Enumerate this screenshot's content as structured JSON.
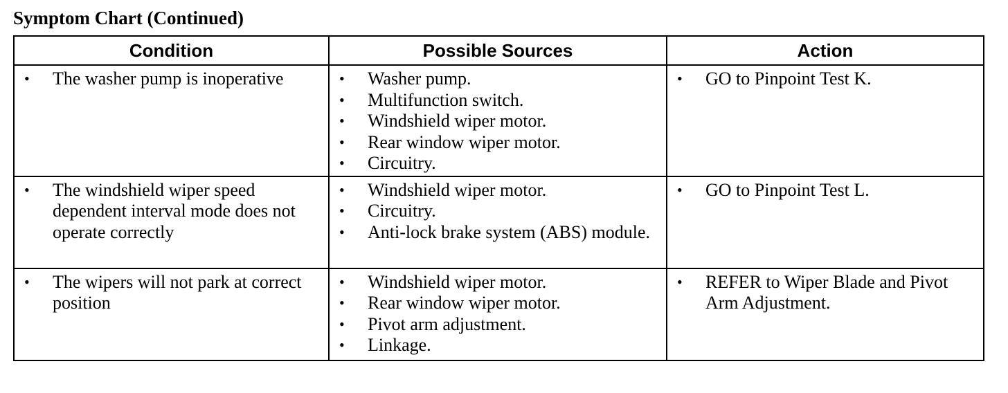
{
  "title": "Symptom Chart (Continued)",
  "table": {
    "headers": [
      "Condition",
      "Possible Sources",
      "Action"
    ],
    "rows": [
      {
        "condition": [
          "The washer pump is inoperative"
        ],
        "sources": [
          "Washer pump.",
          "Multifunction switch.",
          "Windshield wiper motor.",
          "Rear window wiper motor.",
          "Circuitry."
        ],
        "action": [
          "GO to Pinpoint Test K."
        ]
      },
      {
        "condition": [
          "The windshield wiper speed dependent interval mode does not operate correctly"
        ],
        "sources": [
          "Windshield wiper motor.",
          "Circuitry.",
          "Anti-lock brake system (ABS) module."
        ],
        "action": [
          "GO to Pinpoint Test L."
        ]
      },
      {
        "condition": [
          "The wipers will not park at correct position"
        ],
        "sources": [
          "Windshield wiper motor.",
          "Rear window wiper motor.",
          "Pivot arm adjustment.",
          "Linkage."
        ],
        "action": [
          "REFER to Wiper Blade and Pivot Arm Adjustment."
        ]
      }
    ]
  }
}
